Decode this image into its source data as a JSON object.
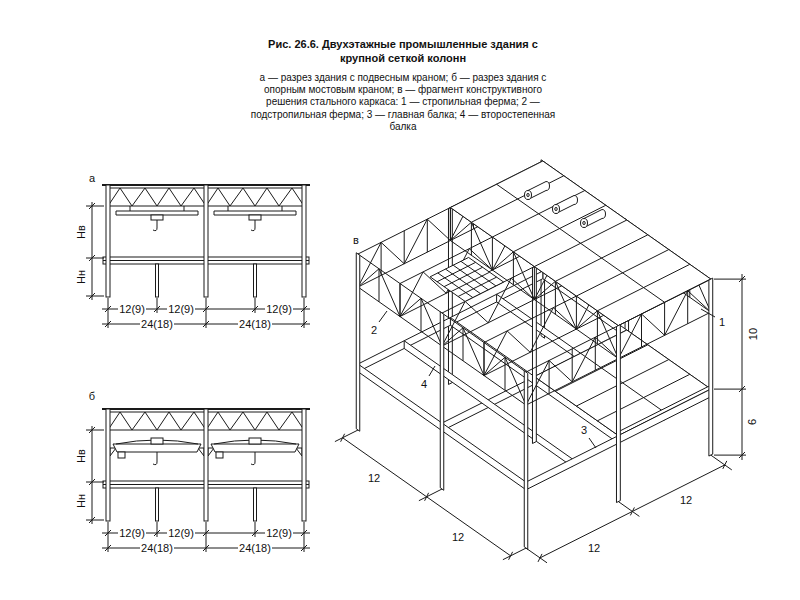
{
  "diagram": {
    "title": "Рис. 26.6. Двухэтажные промышленные здания с крупной сеткой колонн",
    "caption": "а — разрез здания с подвесным краном; б — разрез здания с опорным мостовым краном; в — фрагмент конструктивного решения стального каркаса: 1 — стропильная ферма; 2 — подстропильная ферма; 3 — главная балка; 4 — второстепенная балка",
    "labels": [
      "а",
      "Hв",
      "Hн",
      "12(9)",
      "12(9)",
      "12(9)",
      "24(18)",
      "24(18)",
      "б",
      "Hв",
      "Hн",
      "12(9)",
      "12(9)",
      "12(9)",
      "24(18)",
      "24(18)",
      "в",
      "1",
      "2",
      "3",
      "4",
      "10",
      "6",
      "12",
      "12",
      "12",
      "12"
    ]
  }
}
